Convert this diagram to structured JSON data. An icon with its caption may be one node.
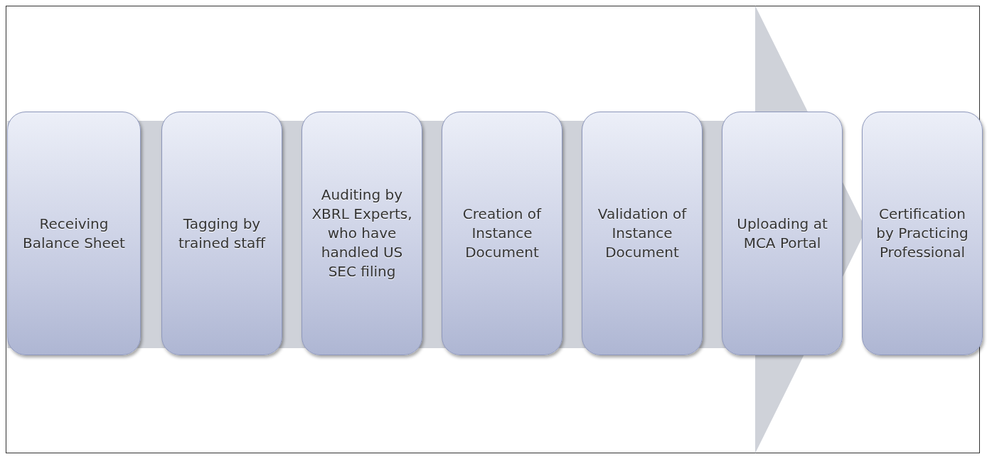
{
  "diagram": {
    "nodes": [
      {
        "text": [
          "Receiving Balance Sheet"
        ]
      },
      {
        "text": [
          "Tagging by trained staff"
        ]
      },
      {
        "text": [
          "Auditing by XBRL Experts, who have handled US SEC filing"
        ]
      },
      {
        "text": [
          "Creation of Instance Document"
        ]
      },
      {
        "text": [
          "Validation of Instance Document"
        ]
      },
      {
        "text": [
          "Uploading at MCA Portal"
        ]
      },
      {
        "text": [
          "Certification by Practicing Professional"
        ]
      }
    ]
  }
}
